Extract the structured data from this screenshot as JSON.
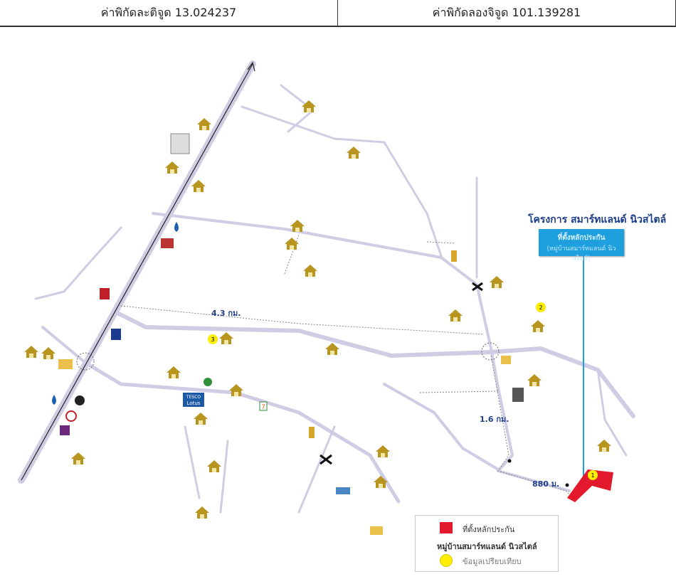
{
  "header": {
    "latitude_label": "ค่าพิกัดละติจูด 13.024237",
    "longitude_label": "ค่าพิกัดลองจิจูด 101.139281"
  },
  "project": {
    "title": "โครงการ สมาร์ทแลนด์ นิวสไตล์",
    "box_title": "ที่ตั้งหลักประกัน",
    "box_subtitle": "(หมู่บ้านสมาร์ทแลนด์ นิวสไตล์)"
  },
  "distances": {
    "d1": "4.3 กม.",
    "d2": "1.6 กม.",
    "d3": "880 ม."
  },
  "markers": {
    "m1": "1",
    "m2": "2",
    "m3": "3"
  },
  "legend": {
    "collateral": "ที่ตั้งหลักประกัน",
    "village": "หมู่บ้านสมาร์ทแลนด์ นิวสไตล์",
    "comparable": "ข้อมูลเปรียบเทียบ"
  },
  "places": {
    "tesco": "TESCO",
    "lotus": "Lotus",
    "seven": "7"
  },
  "colors": {
    "road": "#cfcde3",
    "house": "#b8951f",
    "collateral": "#e3192d",
    "comparable": "#ffee00",
    "project_box": "#1ea0de",
    "distance_text": "#1f3f8a"
  }
}
